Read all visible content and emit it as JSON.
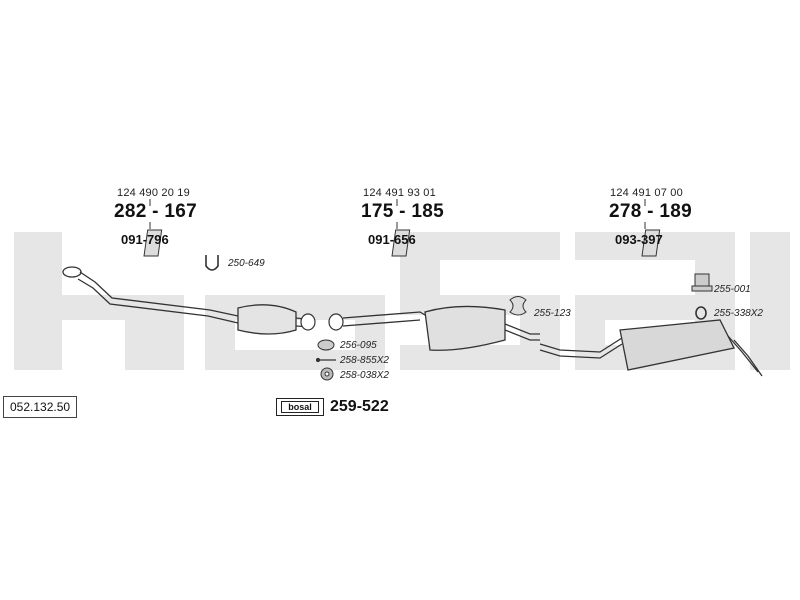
{
  "catalog_number": "052.132.50",
  "brand_logo_text": "bosal",
  "assemblies": [
    {
      "oem": "124 490 20 19",
      "part": "282 - 167",
      "mount": "091-796"
    },
    {
      "oem": "124 491 93 01",
      "part": "175 - 185",
      "mount": "091-656"
    },
    {
      "oem": "124 491 07 00",
      "part": "278 - 189",
      "mount": "093-397"
    }
  ],
  "fittings": {
    "f1": "250-649",
    "f2": "256-095",
    "f3": "258-855X2",
    "f4": "258-038X2",
    "f5": "255-123",
    "f6": "255-001",
    "f7": "255-338X2"
  },
  "fitting_kit": "259-522",
  "colors": {
    "watermark": "#e6e6e6",
    "line": "#333333"
  }
}
